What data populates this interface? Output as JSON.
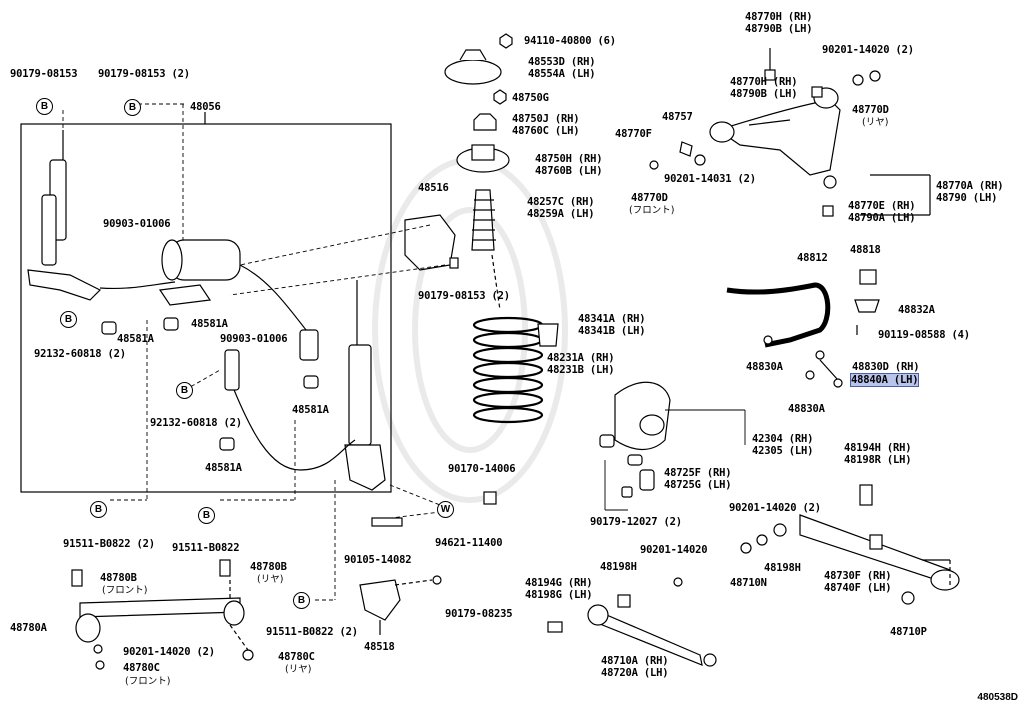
{
  "diagram_code": "480538D",
  "labels": {
    "l94110": "94110-40800 (6)",
    "l48553": "48553D (RH)\n48554A (LH)",
    "l48750g": "48750G",
    "l48750j": "48750J (RH)\n48760C (LH)",
    "l48750h": "48750H (RH)\n48760B (LH)",
    "l48257": "48257C (RH)\n48259A (LH)",
    "l48516": "48516",
    "l90179_08153_c": "90179-08153 (2)",
    "l48341": "48341A (RH)\n48341B (LH)",
    "l48231": "48231A (RH)\n48231B (LH)",
    "l90179_08153_a": "90179-08153",
    "l90179_08153_b": "90179-08153 (2)",
    "l48056": "48056",
    "l90903_a": "90903-01006",
    "l48581a_1": "48581A",
    "l48581a_2": "48581A",
    "l92132_a": "92132-60818 (2)",
    "l90903_b": "90903-01006",
    "l92132_b": "92132-60818 (2)",
    "l48581a_3": "48581A",
    "l48581a_4": "48581A",
    "l90170": "90170-14006",
    "l94621": "94621-11400",
    "l91511_a": "91511-B0822 (2)",
    "l91511_b": "91511-B0822",
    "l90105": "90105-14082",
    "l48780b": "48780B",
    "l48780b_r": "48780B",
    "l48780a": "48780A",
    "l90201_a": "90201-14020 (2)",
    "l48780c": "48780C",
    "l48780c_r": "48780C",
    "l91511_c": "91511-B0822 (2)",
    "l90179_08235": "90179-08235",
    "l48518": "48518",
    "l48770h_top": "48770H (RH)\n48790B (LH)",
    "l90201_14020_top": "90201-14020 (2)",
    "l48770h_mid": "48770H (RH)\n48790B (LH)",
    "l48770d_r": "48770D",
    "l48757": "48757",
    "l48770f": "48770F",
    "l90201_14031": "90201-14031 (2)",
    "l48770d_f": "48770D",
    "l48770a": "48770A (RH)\n48790 (LH)",
    "l48770e": "48770E (RH)\n48790A (LH)",
    "l48812": "48812",
    "l48818": "48818",
    "l48832a": "48832A",
    "l90119": "90119-08588 (4)",
    "l48830a_1": "48830A",
    "l48830d": "48830D (RH)",
    "l48840a": "48840A (LH)",
    "l48830a_2": "48830A",
    "l42304": "42304 (RH)\n42305 (LH)",
    "l48725": "48725F (RH)\n48725G (LH)",
    "l90179_12027": "90179-12027 (2)",
    "l48194h": "48194H (RH)\n48198R (LH)",
    "l90201_14020_b": "90201-14020 (2)",
    "l48710n": "48710N",
    "l48198h_r": "48198H",
    "l48730": "48730F (RH)\n48740F (LH)",
    "l48710p": "48710P",
    "l90201_14020_c": "90201-14020",
    "l48194g": "48194G (RH)\n48198G (LH)",
    "l48198h_m": "48198H",
    "l48710a": "48710A (RH)\n48720A (LH)"
  },
  "japanese": {
    "rear_1": "(リヤ)",
    "front_1": "(フロント)",
    "front_2": "(フロント)",
    "rear_2": "(リヤ)",
    "front_3": "(フロント)",
    "rear_3": "(リヤ)"
  },
  "bubbles": {
    "b1": "B",
    "b2": "B",
    "b3": "B",
    "b4": "B",
    "b5": "B",
    "b6": "B",
    "b7": "B",
    "w1": "W"
  }
}
